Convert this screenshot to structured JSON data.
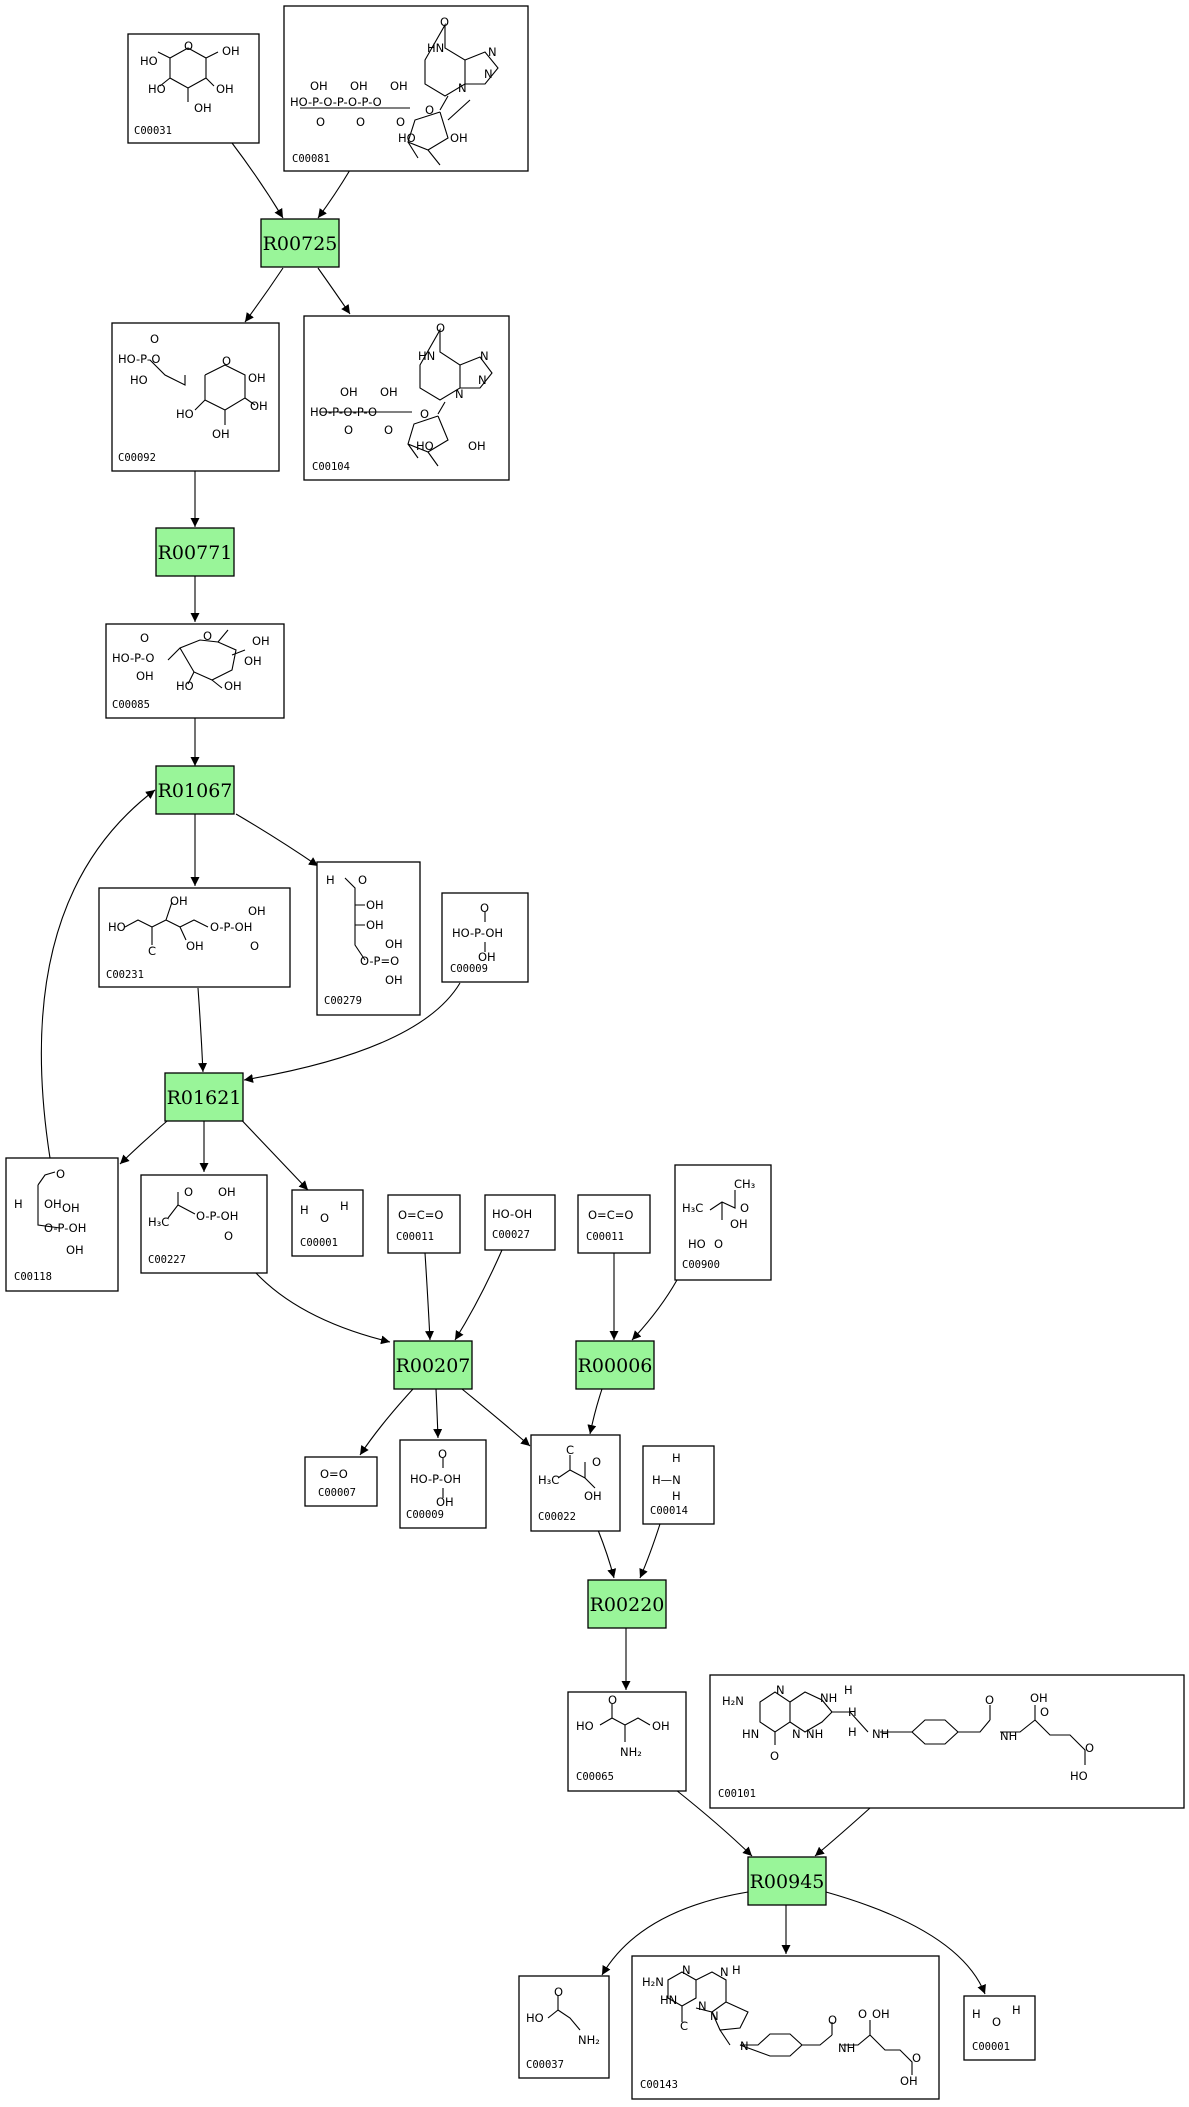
{
  "colors": {
    "reaction_fill": "#99f599",
    "stroke": "#000000",
    "background": "#ffffff"
  },
  "reactions": [
    "R00725",
    "R00771",
    "R01067",
    "R01621",
    "R00207",
    "R00006",
    "R00220",
    "R00945"
  ],
  "compounds": [
    "C00031",
    "C00081",
    "C00092",
    "C00104",
    "C00085",
    "C00231",
    "C00279",
    "C00009",
    "C00118",
    "C00227",
    "C00001",
    "C00011",
    "C00027",
    "C00900",
    "C00007",
    "C00022",
    "C00014",
    "C00065",
    "C00101",
    "C00037",
    "C00143"
  ]
}
